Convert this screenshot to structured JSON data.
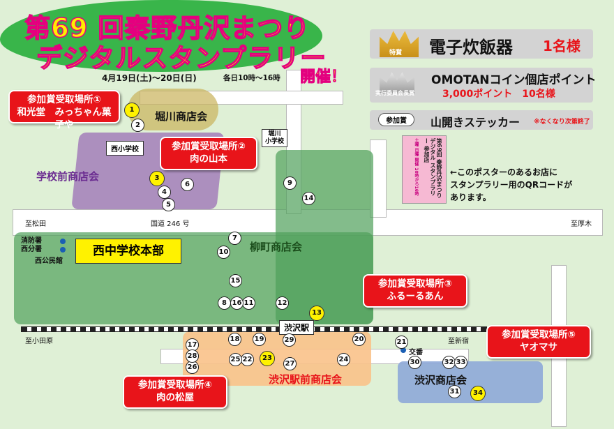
{
  "header": {
    "title_line1": "第69 回秦野丹沢まつり",
    "title_line2": "デジタルスタンプラリー",
    "date_text": "4月19日(土)～20日(日)",
    "hours_text": "各日10時～16時",
    "held_text": "開催！"
  },
  "prizes": {
    "tokusho_badge": "特賞",
    "tokusho_text": "電子炊飯器",
    "tokusho_count": "1名様",
    "committee_badge": "実行委員会長賞",
    "committee_text": "OMOTANコイン個店ポイント",
    "committee_detail": "3,000ポイント　10名様",
    "participation_badge": "参加賞",
    "participation_text": "山開きステッカー",
    "participation_note": "※なくなり次第終了"
  },
  "poster_info": {
    "poster_title": "第69回 秦野丹沢まつり デジタル スタンプラリー 参加店",
    "poster_subtitle": "土曜 日曜 開催 10時から16時",
    "description": "←このポスターのあるお店に\nスタンプラリー用のQRコードが\nあります。"
  },
  "districts": {
    "horikawa": "堀川商店会",
    "gakkoumae": "学校前商店会",
    "yanagimachi": "柳町商店会",
    "ekimae": "渋沢駅前商店会",
    "shibusawa": "渋沢商店会",
    "nishinaka": "西中学校本部"
  },
  "landmarks": {
    "nishi_elementary": "西小学校",
    "horikawa_elementary": "堀川\n小学校",
    "fire_station": "消防署\n西分署",
    "community_hall": "西公民館",
    "koban": "交番",
    "station": "渋沢駅",
    "route": "国道 246 号",
    "to_matsuda": "至松田",
    "to_atsugi": "至厚木",
    "to_odawara": "至小田原",
    "to_shinjuku": "至新宿"
  },
  "pickup_points": [
    {
      "title": "参加賞受取場所①",
      "name": "和光堂　みっちゃん菓子や"
    },
    {
      "title": "参加賞受取場所②",
      "name": "肉の山本"
    },
    {
      "title": "参加賞受取場所③",
      "name": "ふるーるあん"
    },
    {
      "title": "参加賞受取場所④",
      "name": "肉の松屋"
    },
    {
      "title": "参加賞受取場所⑤",
      "name": "ヤオマサ"
    }
  ],
  "stores": [
    {
      "n": "1"
    },
    {
      "n": "2"
    },
    {
      "n": "3"
    },
    {
      "n": "4"
    },
    {
      "n": "5"
    },
    {
      "n": "6"
    },
    {
      "n": "7"
    },
    {
      "n": "8"
    },
    {
      "n": "9"
    },
    {
      "n": "10"
    },
    {
      "n": "11"
    },
    {
      "n": "12"
    },
    {
      "n": "13"
    },
    {
      "n": "14"
    },
    {
      "n": "15"
    },
    {
      "n": "16"
    },
    {
      "n": "17"
    },
    {
      "n": "18"
    },
    {
      "n": "19"
    },
    {
      "n": "20"
    },
    {
      "n": "21"
    },
    {
      "n": "22"
    },
    {
      "n": "23"
    },
    {
      "n": "24"
    },
    {
      "n": "25"
    },
    {
      "n": "26"
    },
    {
      "n": "27"
    },
    {
      "n": "28"
    },
    {
      "n": "29"
    },
    {
      "n": "30"
    },
    {
      "n": "31"
    },
    {
      "n": "32"
    },
    {
      "n": "33"
    },
    {
      "n": "34"
    }
  ],
  "colors": {
    "title_yellow": "#ffee00",
    "title_pink": "#e4007f",
    "red_box": "#e8141a",
    "purple_area": "#9b6fb5",
    "green_area": "#4f9f5a",
    "orange_area": "#f9c28a",
    "blue_area": "#8ea9d8"
  }
}
